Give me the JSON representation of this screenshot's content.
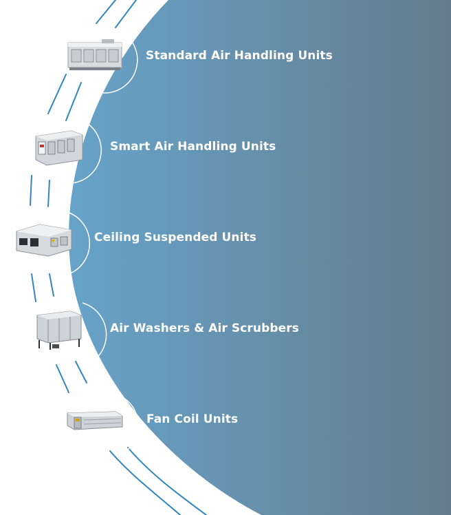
{
  "colors": {
    "gradient_start": "#67a3c9",
    "gradient_end": "#657c8c",
    "dash_stroke": "#2f86c2",
    "label": "#ffffff"
  },
  "products": [
    {
      "label": "Standard Air Handling Units",
      "icon": "ahu-cabinet-icon"
    },
    {
      "label": "Smart Air Handling Units",
      "icon": "smart-ahu-icon"
    },
    {
      "label": "Ceiling Suspended Units",
      "icon": "ceiling-unit-icon"
    },
    {
      "label": "Air Washers & Air Scrubbers",
      "icon": "air-washer-icon"
    },
    {
      "label": "Fan Coil Units",
      "icon": "fan-coil-icon"
    }
  ]
}
